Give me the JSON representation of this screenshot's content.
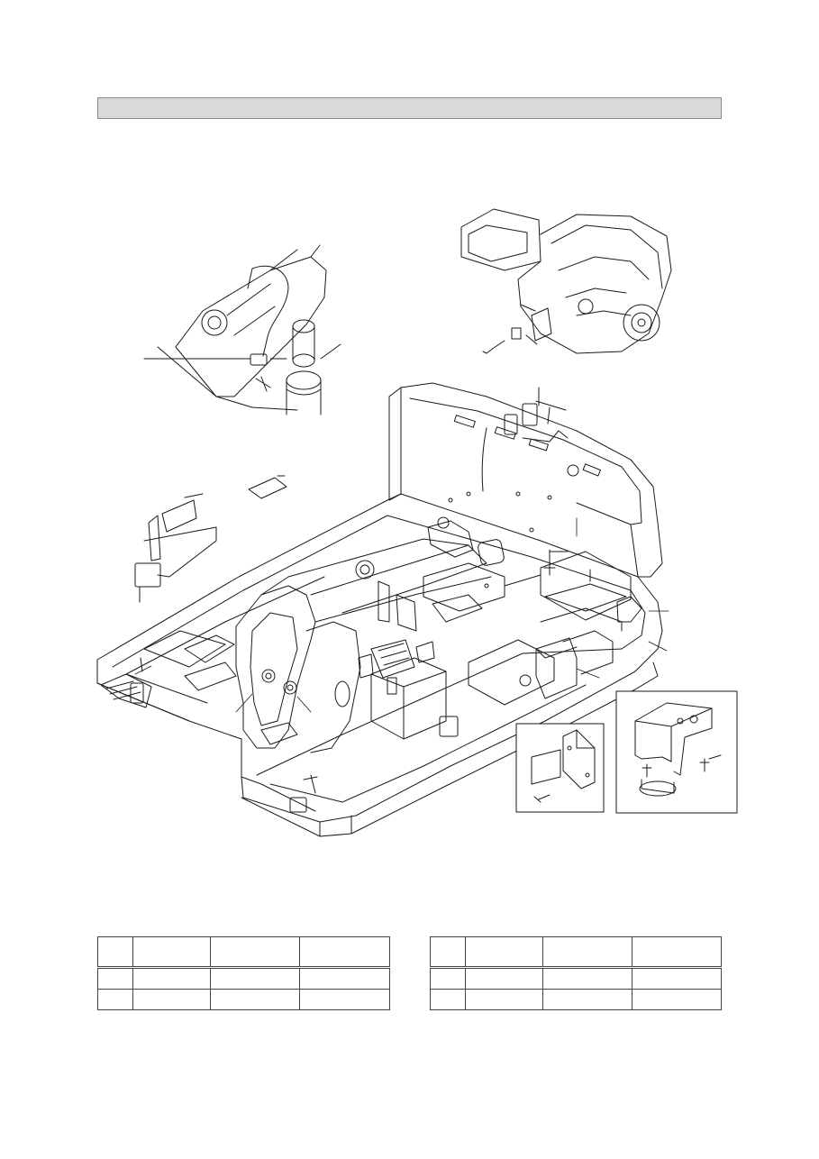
{
  "page": {
    "title": ""
  },
  "tables": [
    {
      "rows": [
        [
          "",
          "",
          "",
          ""
        ],
        [
          "",
          "",
          "",
          ""
        ],
        [
          "",
          "",
          "",
          ""
        ]
      ]
    },
    {
      "rows": [
        [
          "",
          "",
          "",
          ""
        ],
        [
          "",
          "",
          "",
          ""
        ],
        [
          "",
          "",
          "",
          ""
        ]
      ]
    }
  ],
  "colors": {
    "line": "#1a1a1a",
    "title_bar": "#d9d9d9",
    "frame_fill": "#ffffff"
  },
  "icons": [
    "boom-harness-inset",
    "engine-sensor-inset",
    "frame-assembly",
    "bracket-detail-inset",
    "horn-bracket-detail-inset"
  ]
}
